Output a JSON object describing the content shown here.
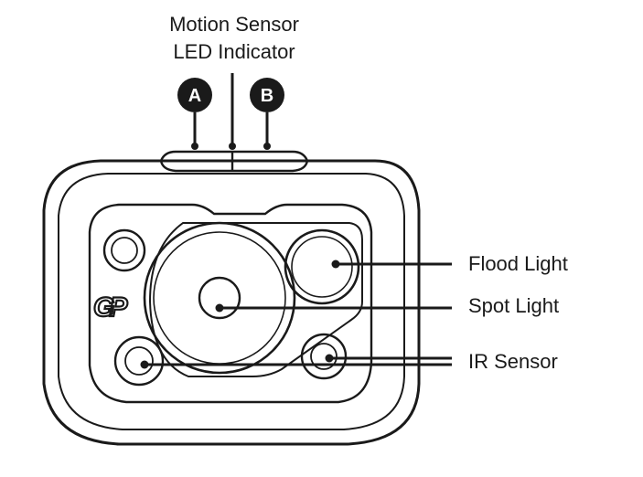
{
  "labels": {
    "motion_sensor_line1": "Motion Sensor",
    "motion_sensor_line2": "LED Indicator",
    "flood_light": "Flood Light",
    "spot_light": "Spot Light",
    "ir_sensor": "IR Sensor"
  },
  "buttons": {
    "a": "A",
    "b": "B"
  },
  "logo": "GP",
  "colors": {
    "ink": "#1a1a1a",
    "background": "#ffffff"
  }
}
